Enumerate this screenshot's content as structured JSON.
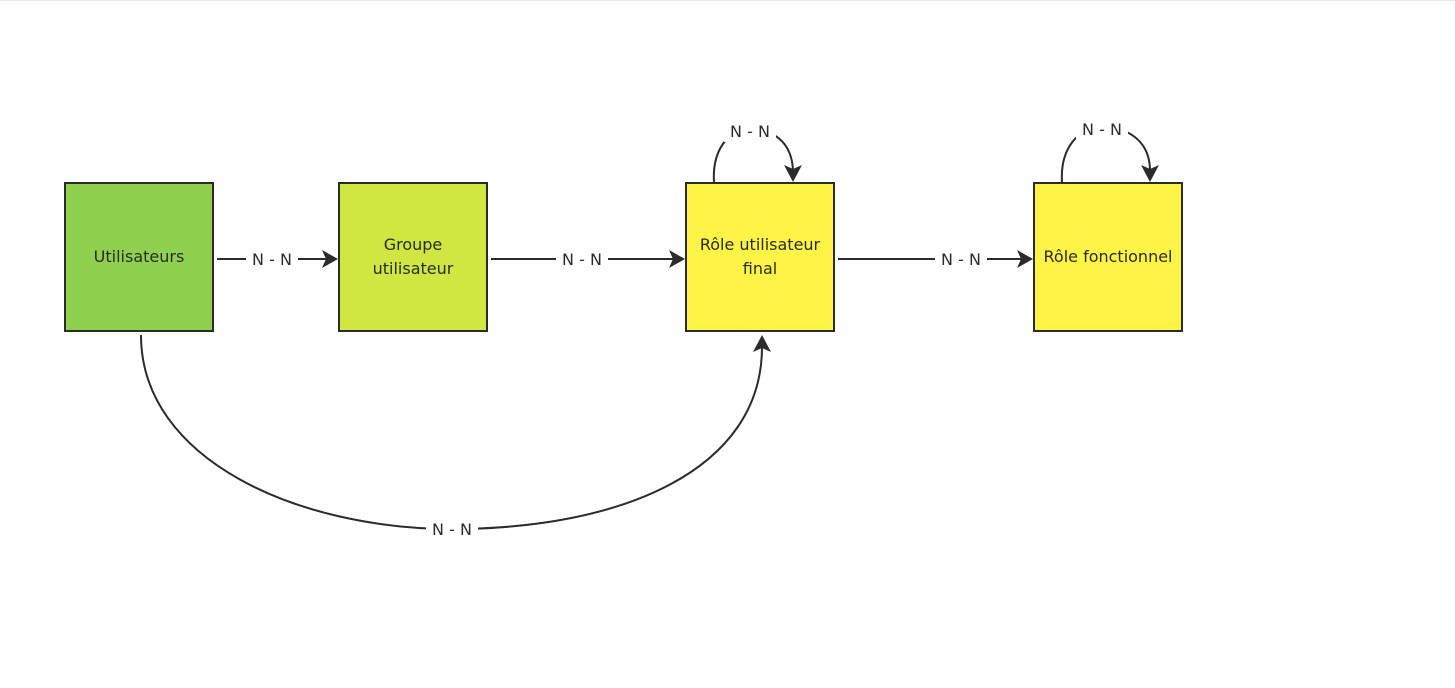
{
  "diagram": {
    "nodes": [
      {
        "id": "users",
        "label": "Utilisateurs",
        "color": "#8fd14f"
      },
      {
        "id": "group",
        "label": "Groupe utilisateur",
        "color": "#cee741"
      },
      {
        "id": "enduser",
        "label": "Rôle utilisateur final",
        "color": "#fef445"
      },
      {
        "id": "func",
        "label": "Rôle fonctionnel",
        "color": "#fef445"
      }
    ],
    "edges": [
      {
        "from": "users",
        "to": "group",
        "label": "N - N"
      },
      {
        "from": "group",
        "to": "enduser",
        "label": "N - N"
      },
      {
        "from": "enduser",
        "to": "func",
        "label": "N - N"
      },
      {
        "from": "enduser",
        "to": "enduser",
        "label": "N - N"
      },
      {
        "from": "func",
        "to": "func",
        "label": "N - N"
      },
      {
        "from": "users",
        "to": "enduser",
        "label": "N - N"
      }
    ]
  }
}
